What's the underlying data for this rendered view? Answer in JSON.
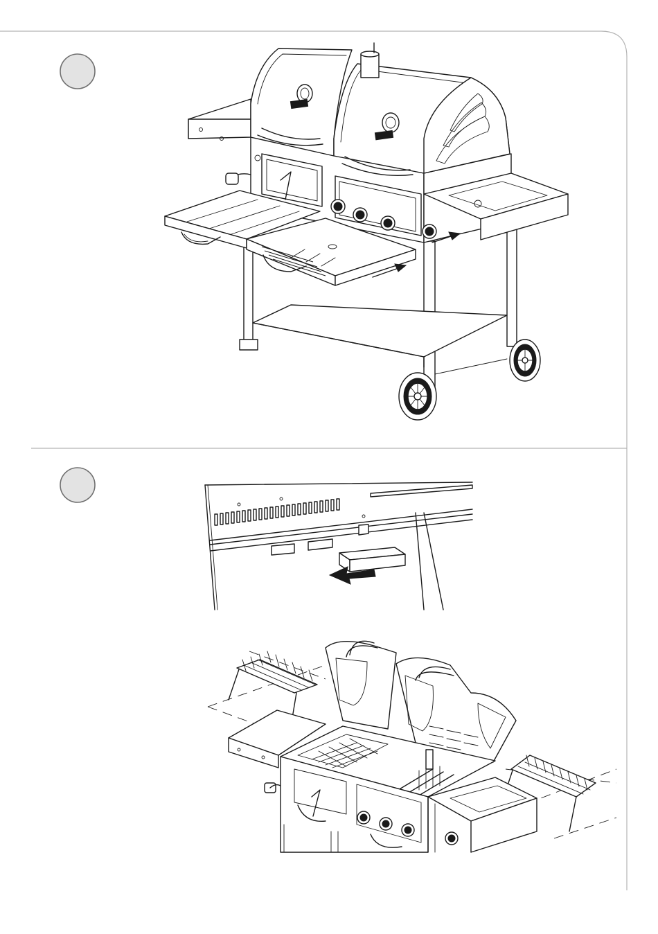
{
  "page": {
    "frame_color": "#b3b3b3",
    "step_circle_color": "#e3e3e3"
  },
  "steps": [
    {
      "id": 1,
      "number": "",
      "figure": "grill-with-drawer-trays"
    },
    {
      "id": 2,
      "number": "",
      "figure": "tray-insert-and-warming-racks"
    }
  ]
}
